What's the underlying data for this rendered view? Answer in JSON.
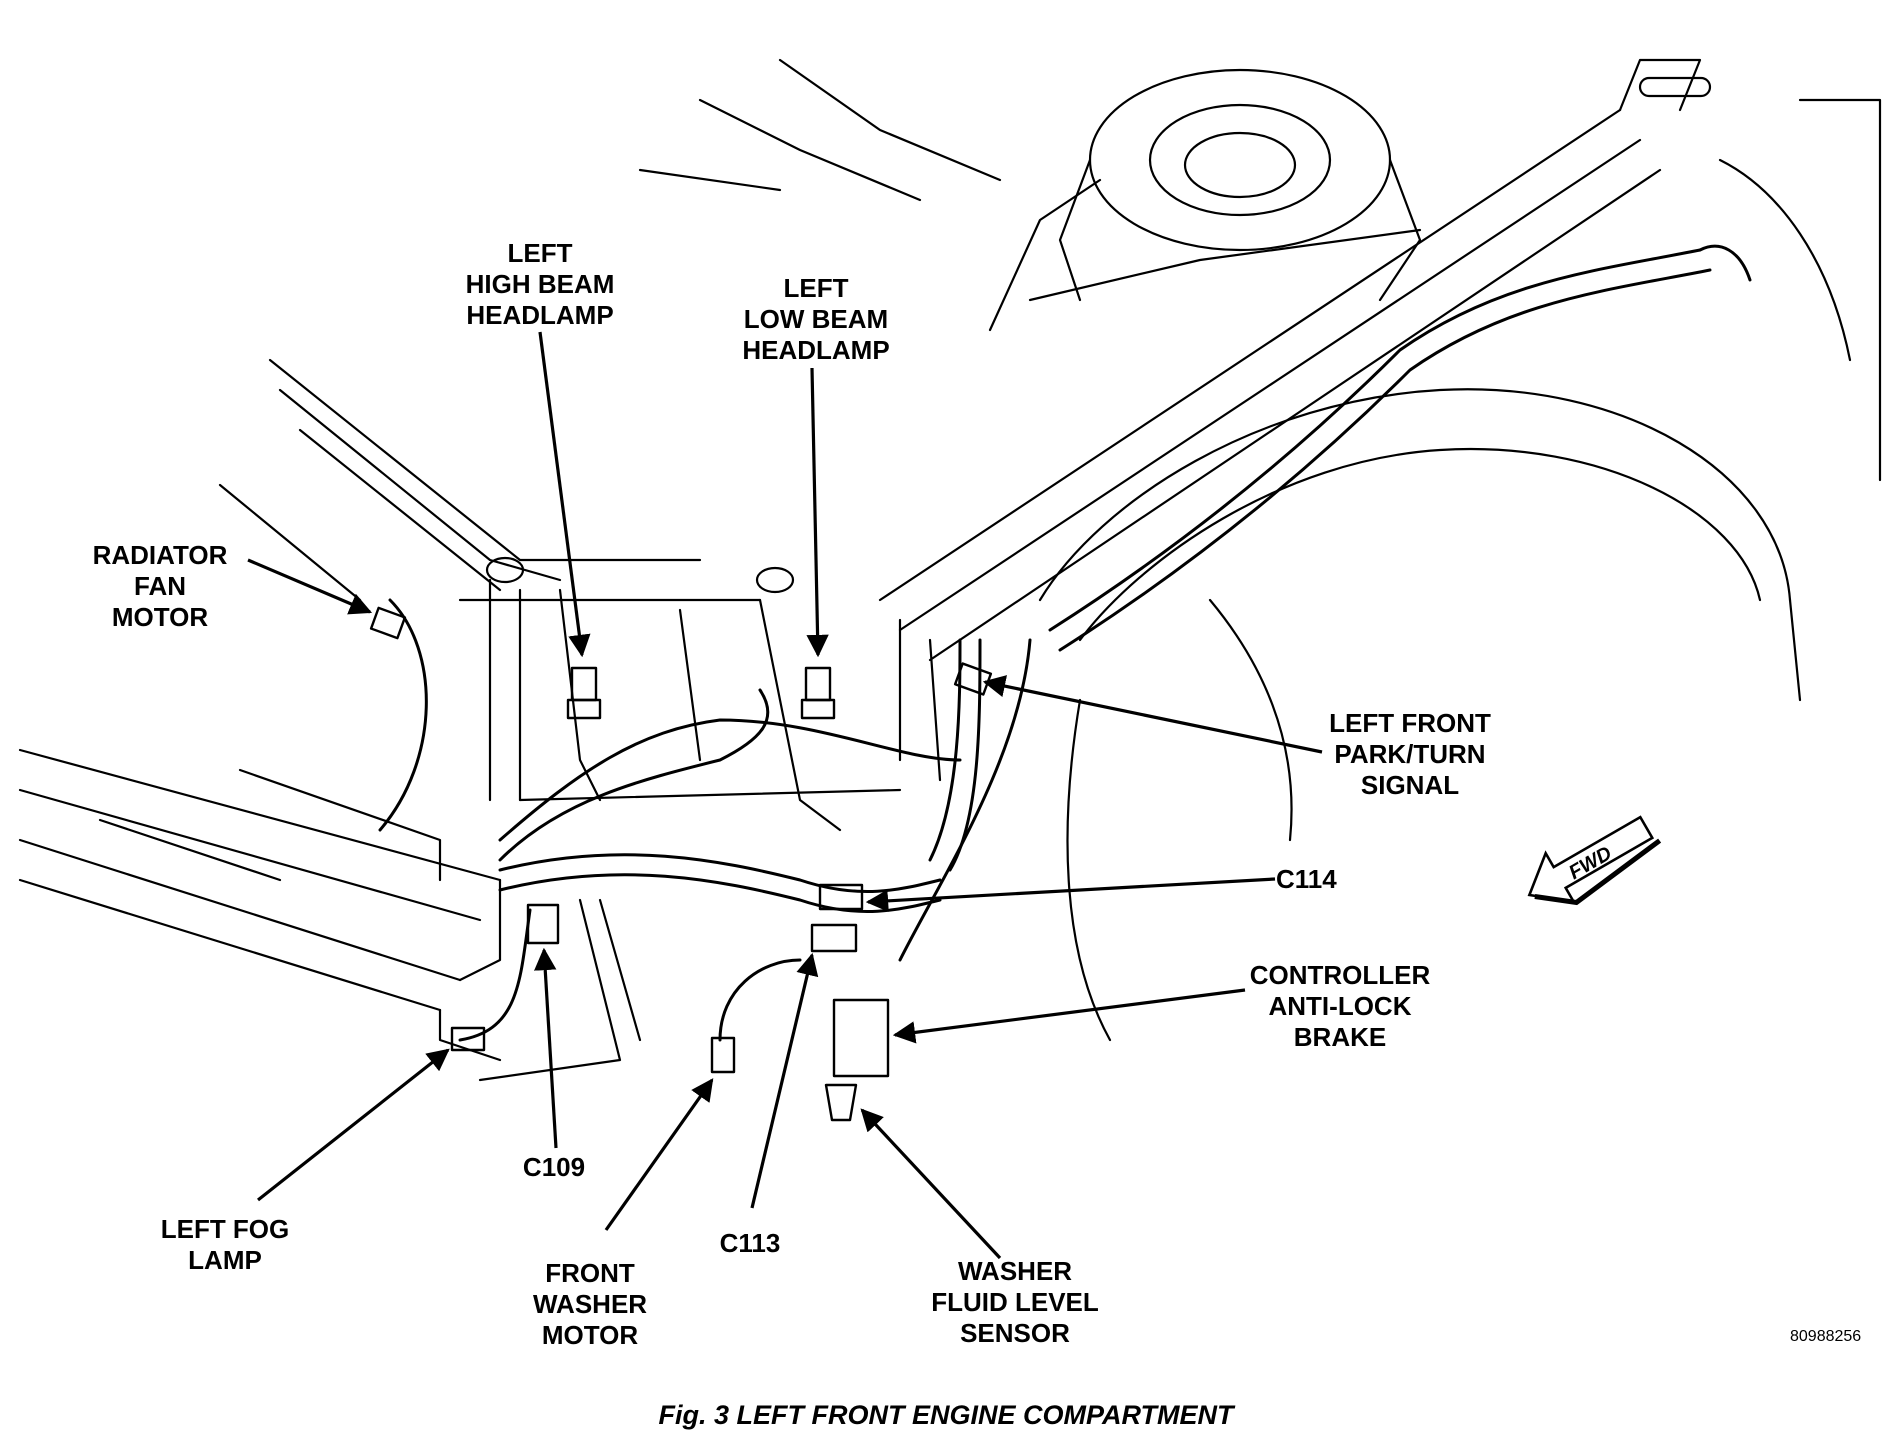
{
  "caption": "Fig. 3 LEFT FRONT ENGINE COMPARTMENT",
  "figure_id": "80988256",
  "direction_label": "FWD",
  "labels": {
    "left_high_beam": [
      "LEFT",
      "HIGH BEAM",
      "HEADLAMP"
    ],
    "left_low_beam": [
      "LEFT",
      "LOW BEAM",
      "HEADLAMP"
    ],
    "radiator_fan": [
      "RADIATOR",
      "FAN",
      "MOTOR"
    ],
    "left_front_park": [
      "LEFT FRONT",
      "PARK/TURN",
      "SIGNAL"
    ],
    "c114": [
      "C114"
    ],
    "controller_abs": [
      "CONTROLLER",
      "ANTI-LOCK",
      "BRAKE"
    ],
    "c109": [
      "C109"
    ],
    "left_fog": [
      "LEFT FOG",
      "LAMP"
    ],
    "front_washer": [
      "FRONT",
      "WASHER",
      "MOTOR"
    ],
    "c113": [
      "C113"
    ],
    "washer_fluid": [
      "WASHER",
      "FLUID LEVEL",
      "SENSOR"
    ]
  },
  "colors": {
    "ink": "#000000",
    "paper": "#ffffff"
  }
}
